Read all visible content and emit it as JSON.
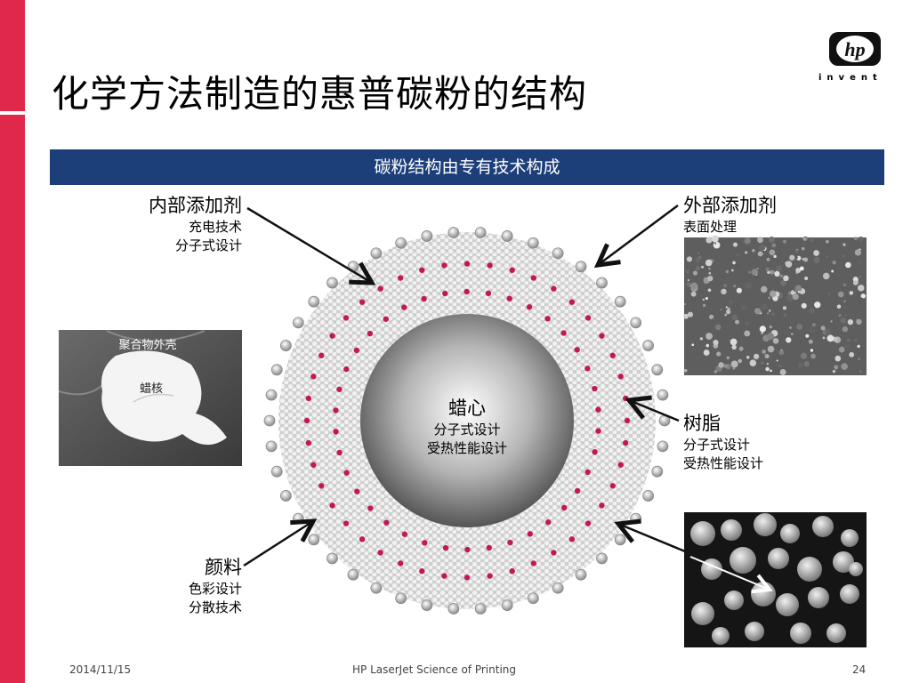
{
  "title": "化学方法制造的惠普碳粉的结构",
  "logo": {
    "mark": "hp",
    "tagline": "invent"
  },
  "banner": "碳粉结构由专有技术构成",
  "labels": {
    "internal_additive": {
      "title": "内部添加剂",
      "line1": "充电技术",
      "line2": "分子式设计"
    },
    "external_additive": {
      "title": "外部添加剂",
      "line1": "表面处理"
    },
    "wax_core": {
      "title": "蜡心",
      "line1": "分子式设计",
      "line2": "受热性能设计"
    },
    "resin": {
      "title": "树脂",
      "line1": "分子式设计",
      "line2": "受热性能设计"
    },
    "pigment": {
      "title": "颜料",
      "line1": "色彩设计",
      "line2": "分散技术"
    },
    "photo_left": {
      "shell": "聚合物外壳",
      "core": "蜡核"
    }
  },
  "footer": {
    "date": "2014/11/15",
    "center": "HP LaserJet Science of Printing",
    "page": "24"
  },
  "colors": {
    "accent_red": "#e0284a",
    "banner_blue": "#1c3f7a",
    "pigment": "#c2185b"
  }
}
